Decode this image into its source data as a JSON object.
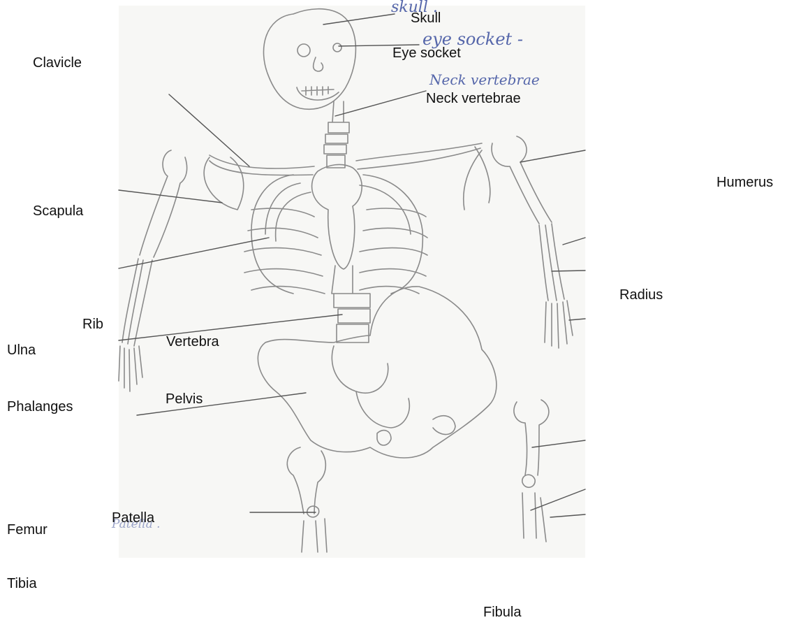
{
  "labels": {
    "skull": "Skull",
    "eye_socket": "Eye  socket",
    "neck_vertebrae": "Neck vertebrae",
    "clavicle": "Clavicle",
    "humerus": "Humerus",
    "scapula": "Scapula",
    "radius": "Radius",
    "rib": "Rib",
    "ulna": "Ulna",
    "vertebra": "Vertebra",
    "phalanges": "Phalanges",
    "pelvis": "Pelvis",
    "patella": "Patella",
    "femur": "Femur",
    "tibia": "Tibia",
    "fibula": "Fibula"
  },
  "handwriting": {
    "skull": "skull .",
    "eye_socket": "eye socket -",
    "neck_vertebrae": "Neck vertebrae",
    "patella": "Patella ."
  },
  "colors": {
    "pencil": "#8a8a8a",
    "pencil_dark": "#555555",
    "ink": "#5566aa"
  }
}
